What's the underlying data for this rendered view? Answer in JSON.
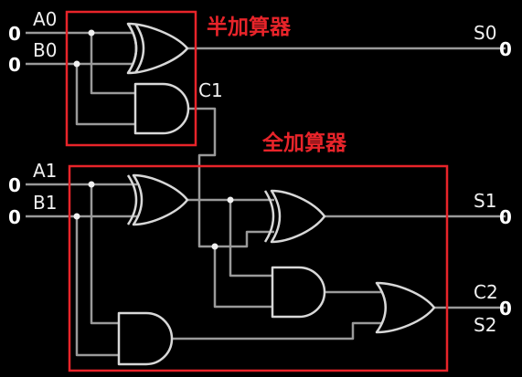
{
  "titles": {
    "half_adder": "半加算器",
    "full_adder": "全加算器"
  },
  "highlight_color": "#e8242a",
  "inputs": {
    "a0": "A0",
    "b0": "B0",
    "a1": "A1",
    "b1": "B1"
  },
  "input_values": {
    "a0": "0",
    "b0": "0",
    "a1": "0",
    "b1": "0"
  },
  "outputs": {
    "s0": "S0",
    "c1": "C1",
    "s1": "S1",
    "c2": "C2",
    "s2": "S2"
  },
  "output_values": {
    "s0": "0",
    "s1": "0",
    "c2": "0"
  }
}
